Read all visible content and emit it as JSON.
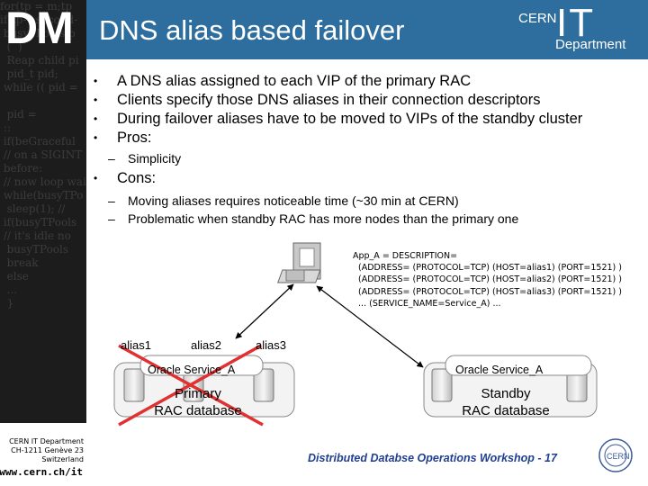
{
  "header": {
    "logo_text": "DM",
    "title": "DNS alias based failover",
    "cern_text": "CERN",
    "it_text": "IT",
    "department_text": "Department",
    "color": "#2e6e9e"
  },
  "sidebar": {
    "address": [
      "CERN IT Department",
      "CH-1211 Genève 23",
      "Switzerland"
    ],
    "website": "www.cern.ch/it"
  },
  "bullets": {
    "b1": "A DNS alias assigned to each VIP of the primary RAC",
    "b2": "Clients specify those DNS aliases in their connection descriptors",
    "b3": "During failover aliases have to be moved to VIPs of the standby cluster",
    "b4": "Pros:",
    "pro1": "Simplicity",
    "b5": "Cons:",
    "con1": "Moving aliases requires noticeable time (~30 min at CERN)",
    "con2": "Problematic when standby RAC has more nodes than the primary one"
  },
  "descriptor": {
    "line1": "App_A = DESCRIPTION=",
    "line2": "  (ADDRESS= (PROTOCOL=TCP) (HOST=alias1) (PORT=1521) )",
    "line3": "  (ADDRESS= (PROTOCOL=TCP) (HOST=alias2) (PORT=1521) )",
    "line4": "  (ADDRESS= (PROTOCOL=TCP) (HOST=alias3) (PORT=1521) )",
    "line5": "  ... (SERVICE_NAME=Service_A) ..."
  },
  "aliases": [
    "alias1",
    "alias2",
    "alias3"
  ],
  "primary": {
    "service": "Oracle Service_A",
    "name_line1": "Primary",
    "name_line2": "RAC database"
  },
  "standby": {
    "service": "Oracle Service_A",
    "name_line1": "Standby",
    "name_line2": "RAC database"
  },
  "footer": {
    "text": "Distributed Databse Operations Workshop - 17"
  },
  "colors": {
    "cross": "#e03030",
    "footer_text": "#1f3f8f",
    "service_box": "#f3f3f3"
  }
}
